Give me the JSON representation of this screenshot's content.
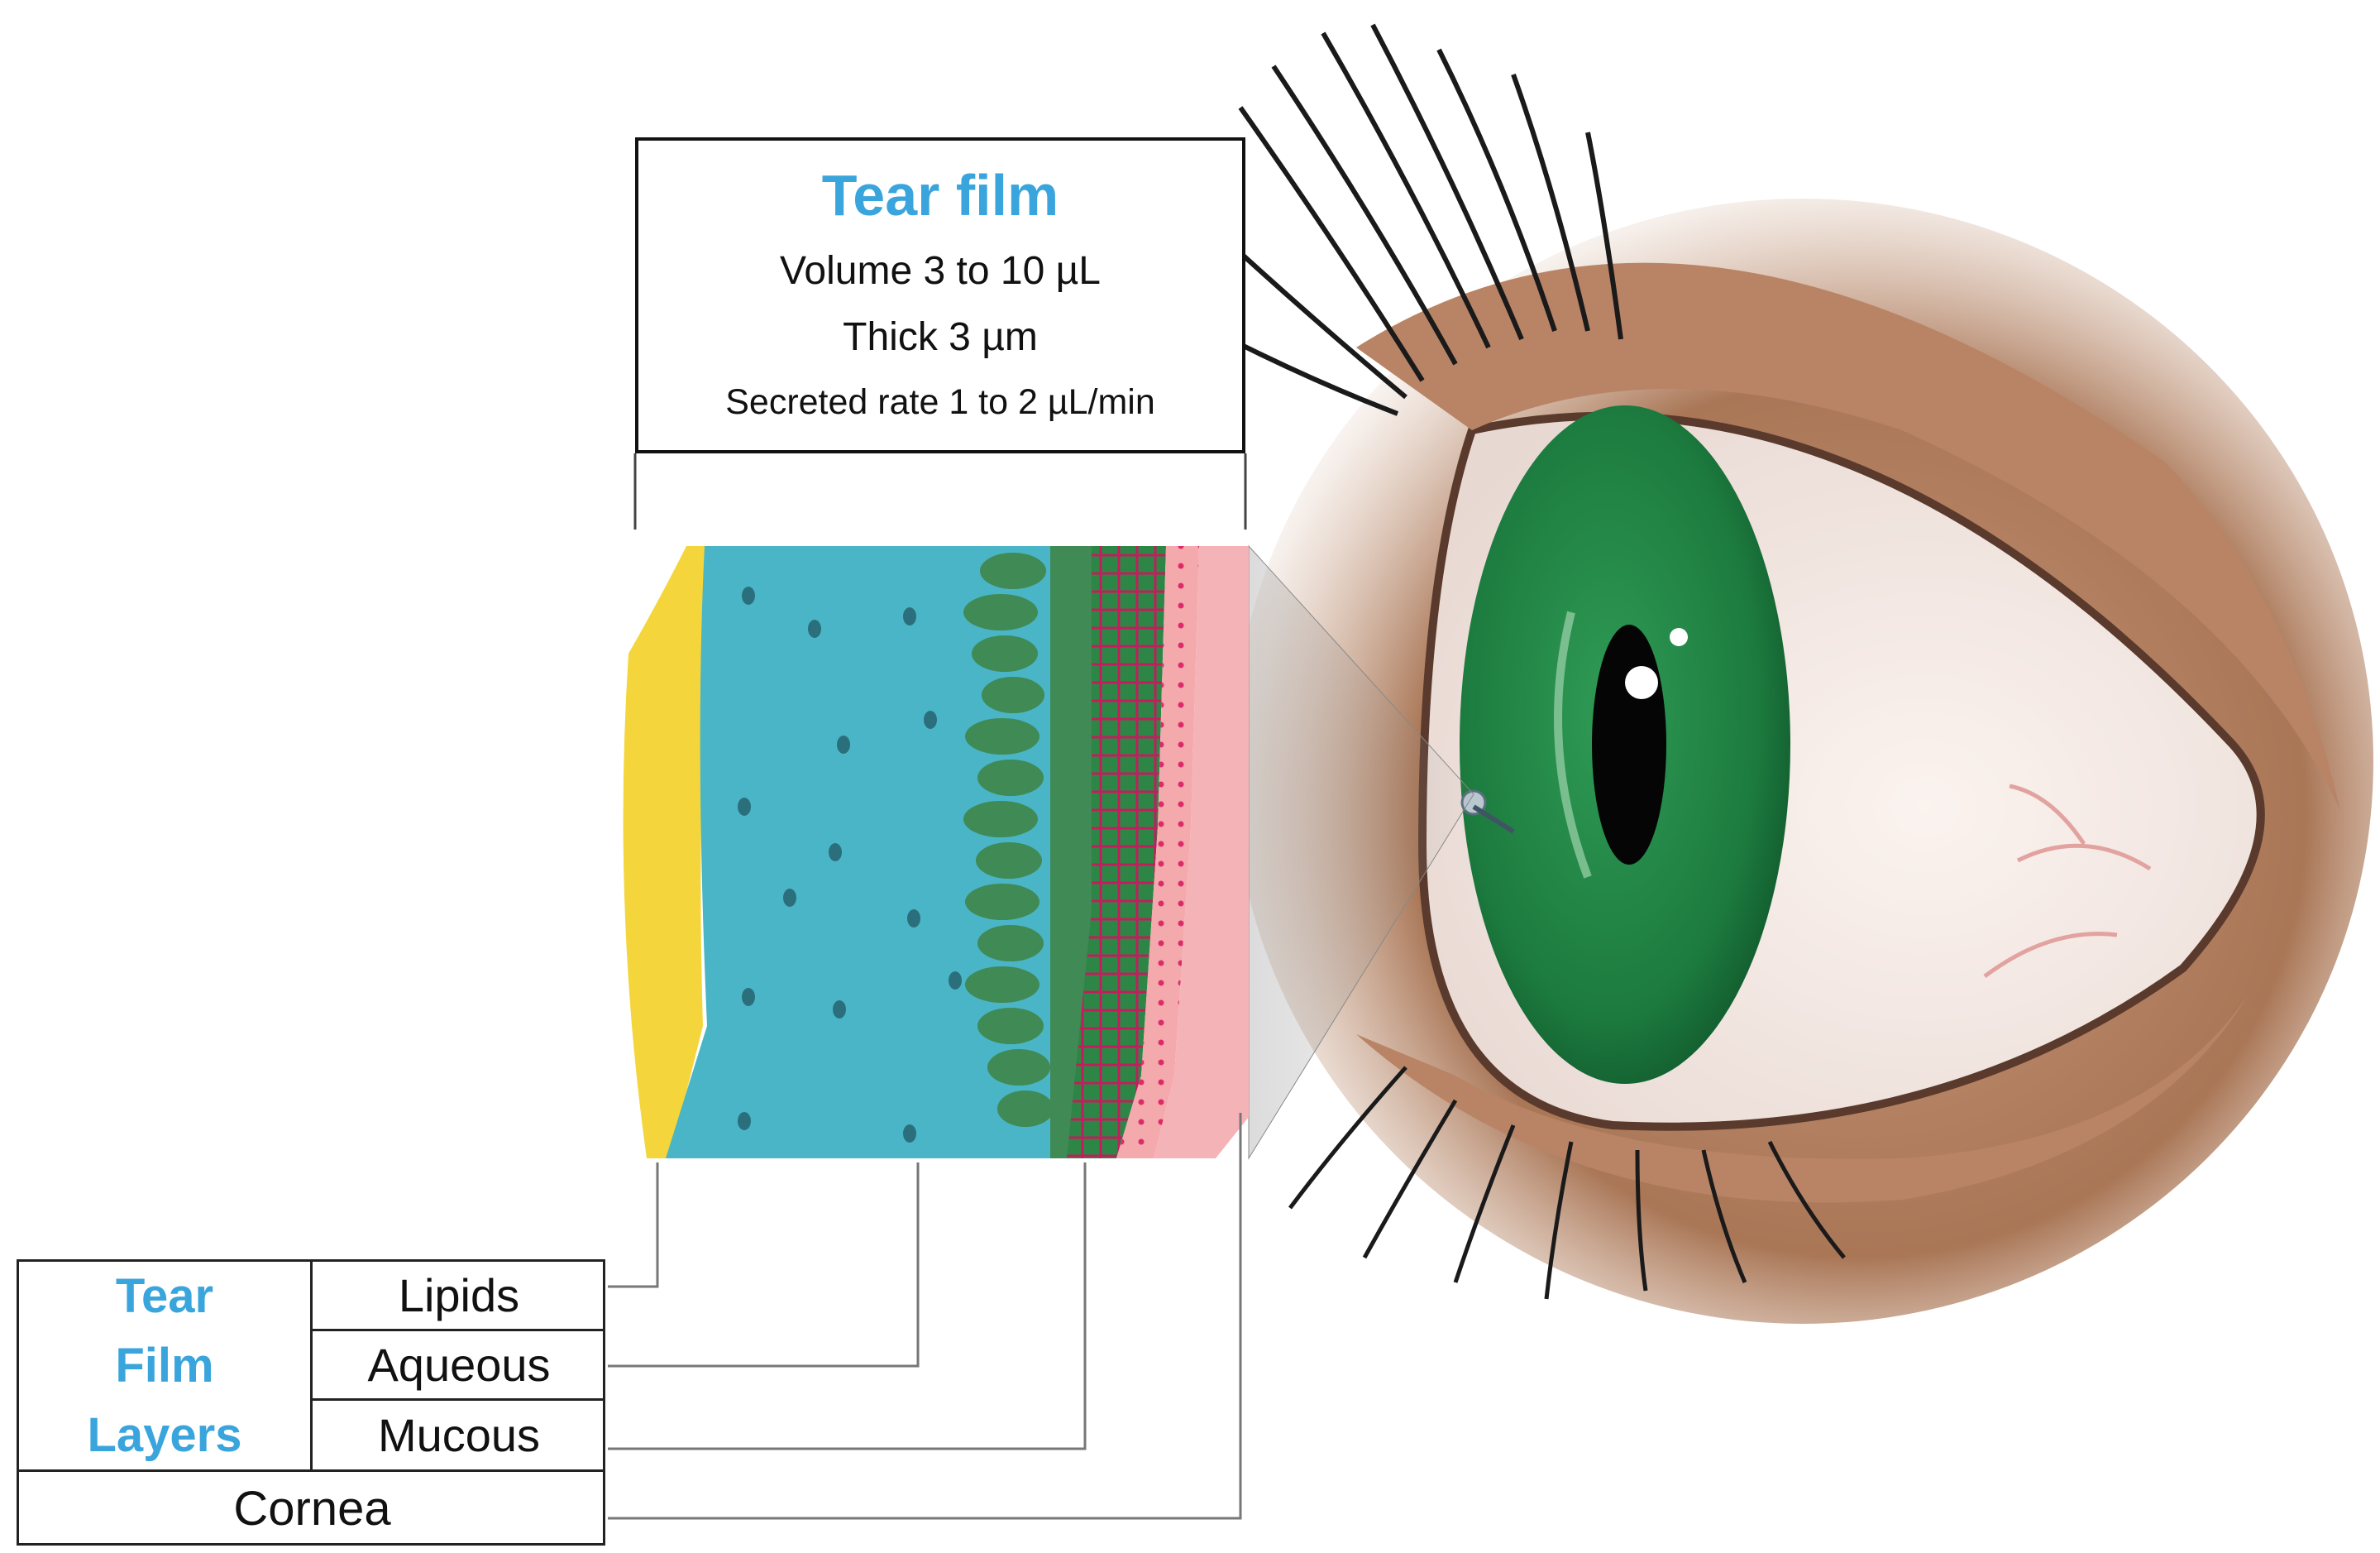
{
  "info": {
    "title": "Tear film",
    "volume": "Volume 3 to 10 µL",
    "thickness": "Thick 3 µm",
    "secretion": "Secreted rate 1 to 2 µL/min"
  },
  "legend": {
    "header_lines": [
      "Tear",
      "Film",
      "Layers"
    ],
    "layers": [
      "Lipids",
      "Aqueous",
      "Mucous"
    ],
    "base": "Cornea"
  },
  "colors": {
    "title_blue": "#3aa5dc",
    "lipid_yellow": "#f4d63c",
    "aqueous_teal": "#4ab5c6",
    "mucin_green": "#3f8a55",
    "epithelium_pink": "#f2a3a8",
    "iris_green": "#1f7a3c",
    "skin_brown": "#b08262"
  }
}
